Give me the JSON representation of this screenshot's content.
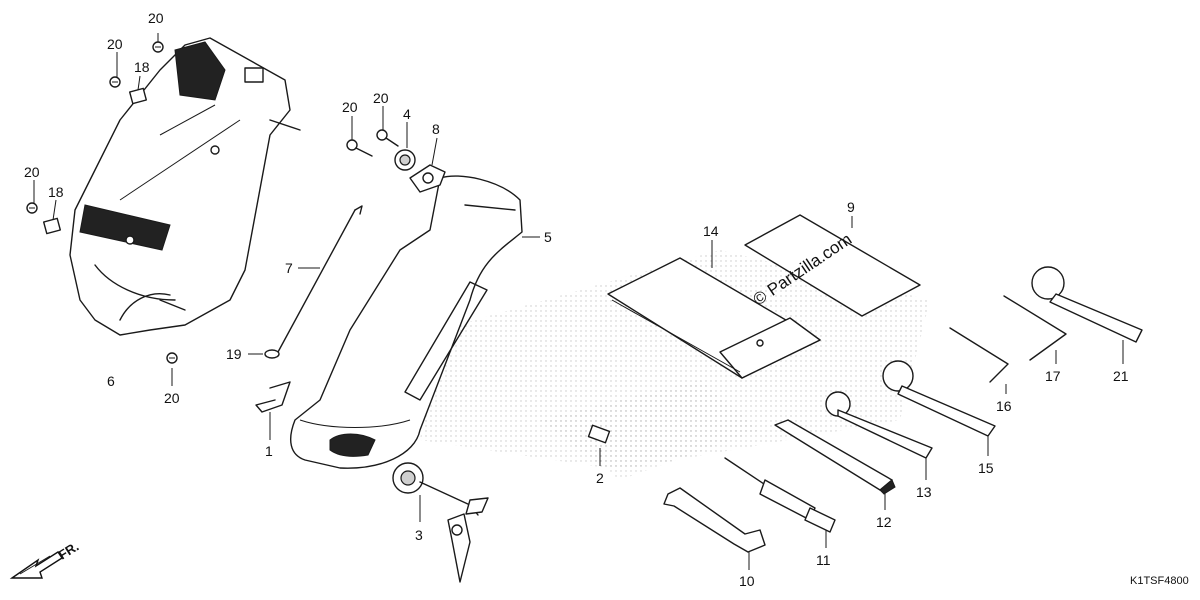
{
  "callouts": {
    "c1": "1",
    "c2": "2",
    "c3": "3",
    "c4": "4",
    "c5": "5",
    "c6": "6",
    "c7": "7",
    "c8": "8",
    "c9": "9",
    "c10": "10",
    "c11": "11",
    "c12": "12",
    "c13": "13",
    "c14": "14",
    "c15": "15",
    "c16": "16",
    "c17": "17",
    "c18a": "18",
    "c18b": "18",
    "c19": "19",
    "c20a": "20",
    "c20b": "20",
    "c20c": "20",
    "c20d": "20",
    "c20e": "20",
    "c20f": "20",
    "c21": "21"
  },
  "watermark": "© Partzilla.com",
  "front_label": "FR.",
  "diagram_code": "K1TSF4800"
}
